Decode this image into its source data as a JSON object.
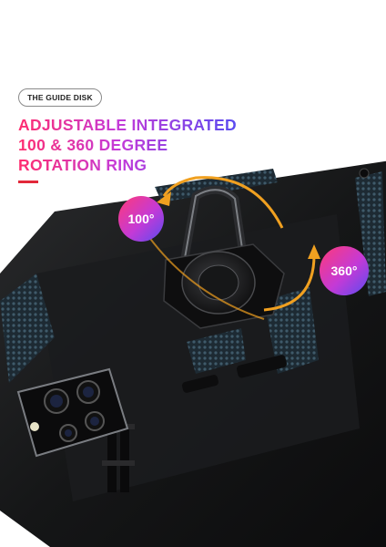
{
  "tag": {
    "label": "THE GUIDE DISK"
  },
  "headline": {
    "lines": [
      "ADJUSTABLE INTEGRATED",
      "100 & 360 DEGREE",
      "ROTATION RING"
    ]
  },
  "badges": {
    "left": "100°",
    "right": "360°"
  },
  "colors": {
    "gradient_start": "#ff2d6e",
    "gradient_mid": "#c63bd8",
    "gradient_end": "#5a4bf0",
    "accent_red": "#e2283a",
    "arrow_orange": "#f0a020",
    "case_black": "#151617"
  }
}
